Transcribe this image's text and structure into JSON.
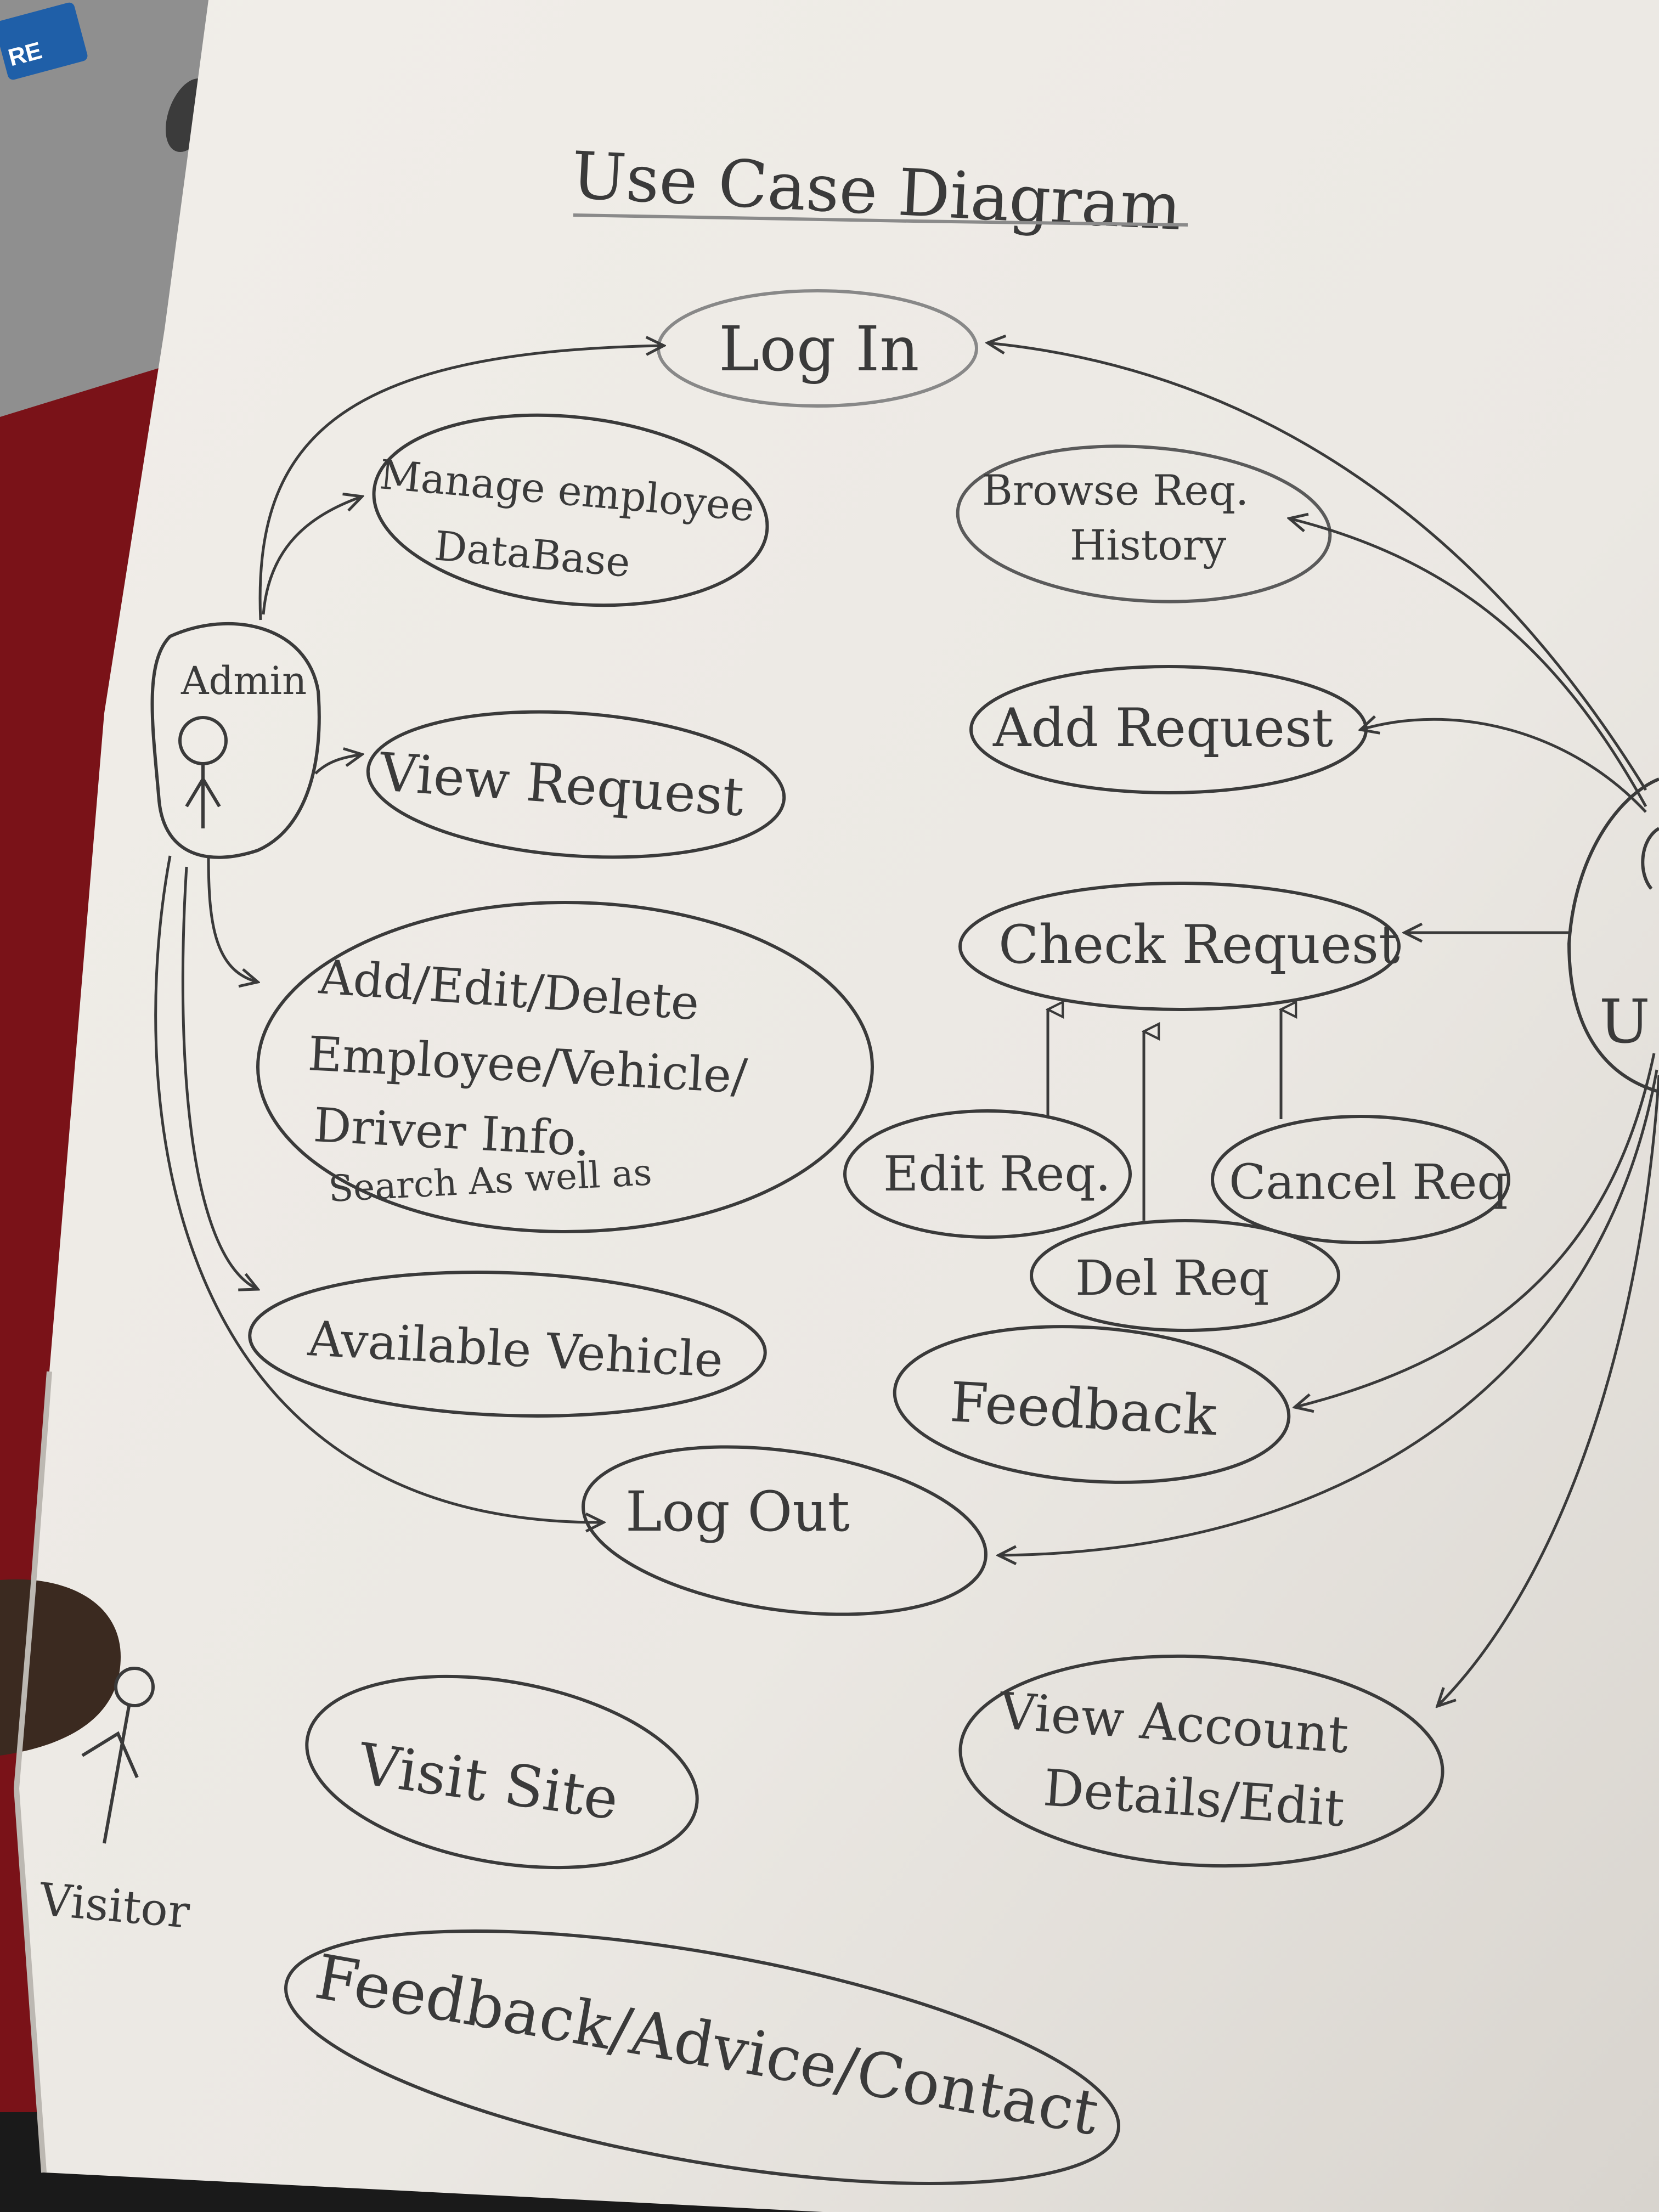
{
  "title": "Use Case Diagram",
  "actors": {
    "admin": "Admin",
    "user": "U",
    "visitor": "Visitor"
  },
  "use_cases": {
    "log_in": "Log In",
    "manage_db_line1": "Manage employee",
    "manage_db_line2": "DataBase",
    "browse_line1": "Browse Req.",
    "browse_line2": "History",
    "view_request": "View Request",
    "add_request": "Add Request",
    "check_request": "Check Request",
    "crud_line1": "Add/Edit/Delete",
    "crud_line2": "Employee/Vehicle/",
    "crud_line3": "Driver Info.",
    "crud_line4": "Search As well as",
    "edit_req": "Edit Req.",
    "cancel_req": "Cancel Req",
    "del_req": "Del Req",
    "available_vehicle": "Available Vehicle",
    "feedback": "Feedback",
    "log_out": "Log Out",
    "view_account_line1": "View Account",
    "view_account_line2": "Details/Edit",
    "visit_site": "Visit Site",
    "feedback_advice_contact": "Feedback/Advice/Contact"
  },
  "laptop_label": "RE",
  "colors": {
    "paper": "#ece9e4",
    "ink": "#3a3a3a",
    "background": "#7a1218",
    "laptop": "#8f8f8f",
    "skin": "#3b2a20"
  }
}
